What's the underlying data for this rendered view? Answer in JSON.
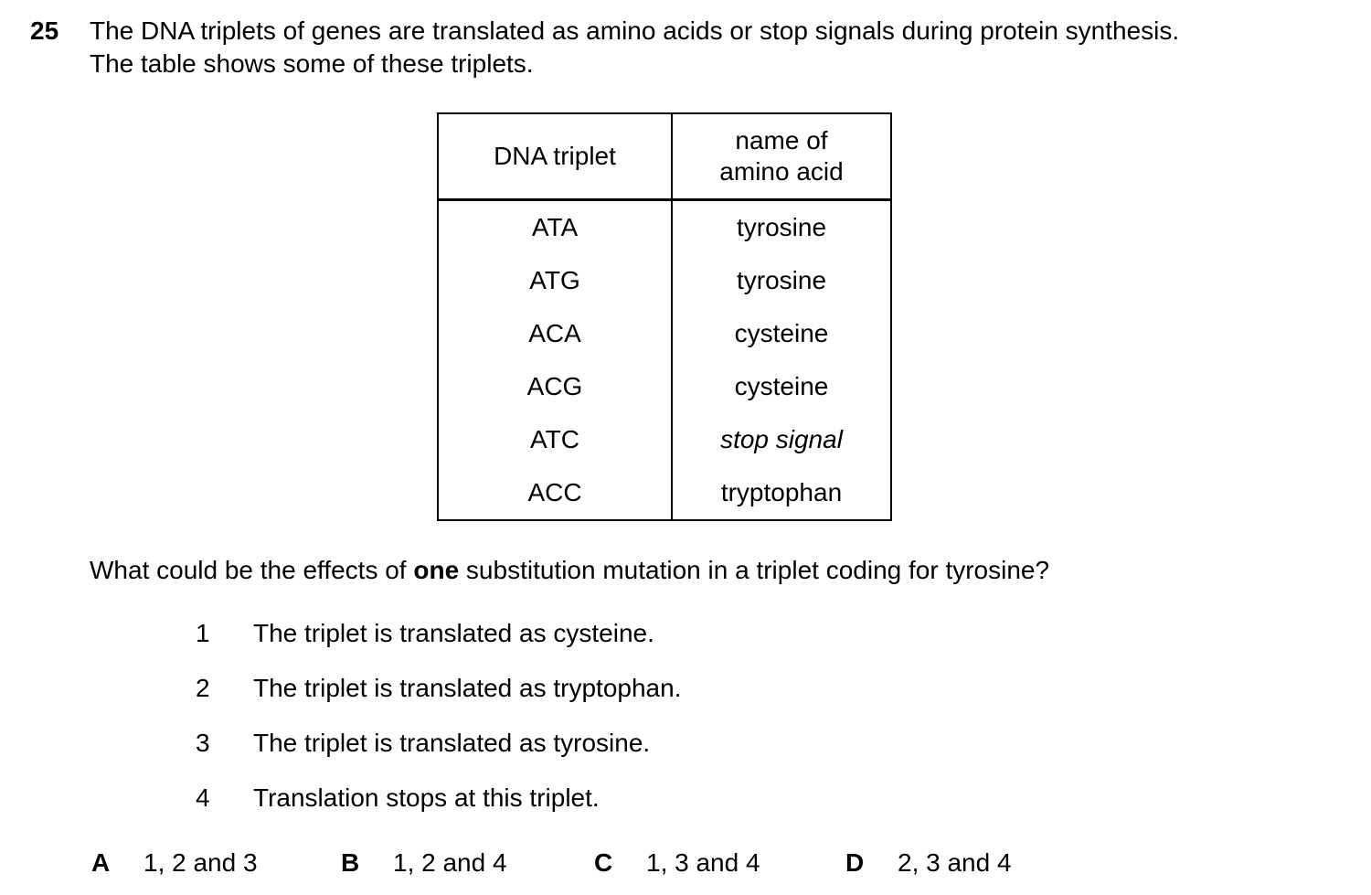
{
  "question": {
    "number": "25",
    "intro": [
      "The DNA triplets of genes are translated as amino acids or stop signals during protein synthesis.",
      "The table shows some of these triplets."
    ]
  },
  "table": {
    "headers": [
      "DNA triplet",
      "name of\namino acid"
    ],
    "rows": [
      {
        "triplet": "ATA",
        "amino_acid": "tyrosine",
        "italic": false
      },
      {
        "triplet": "ATG",
        "amino_acid": "tyrosine",
        "italic": false
      },
      {
        "triplet": "ACA",
        "amino_acid": "cysteine",
        "italic": false
      },
      {
        "triplet": "ACG",
        "amino_acid": "cysteine",
        "italic": false
      },
      {
        "triplet": "ATC",
        "amino_acid": "stop signal",
        "italic": true
      },
      {
        "triplet": "ACC",
        "amino_acid": "tryptophan",
        "italic": false
      }
    ]
  },
  "prompt": {
    "prefix": "What could be the effects of ",
    "bold": "one",
    "suffix": " substitution mutation in a triplet coding for tyrosine?"
  },
  "statements": [
    {
      "number": "1",
      "text": "The triplet is translated as cysteine."
    },
    {
      "number": "2",
      "text": "The triplet is translated as tryptophan."
    },
    {
      "number": "3",
      "text": "The triplet is translated as tyrosine."
    },
    {
      "number": "4",
      "text": "Translation stops at this triplet."
    }
  ],
  "options": [
    {
      "letter": "A",
      "text": "1, 2 and 3"
    },
    {
      "letter": "B",
      "text": "1, 2 and 4"
    },
    {
      "letter": "C",
      "text": "1, 3 and 4"
    },
    {
      "letter": "D",
      "text": "2, 3 and 4"
    }
  ]
}
